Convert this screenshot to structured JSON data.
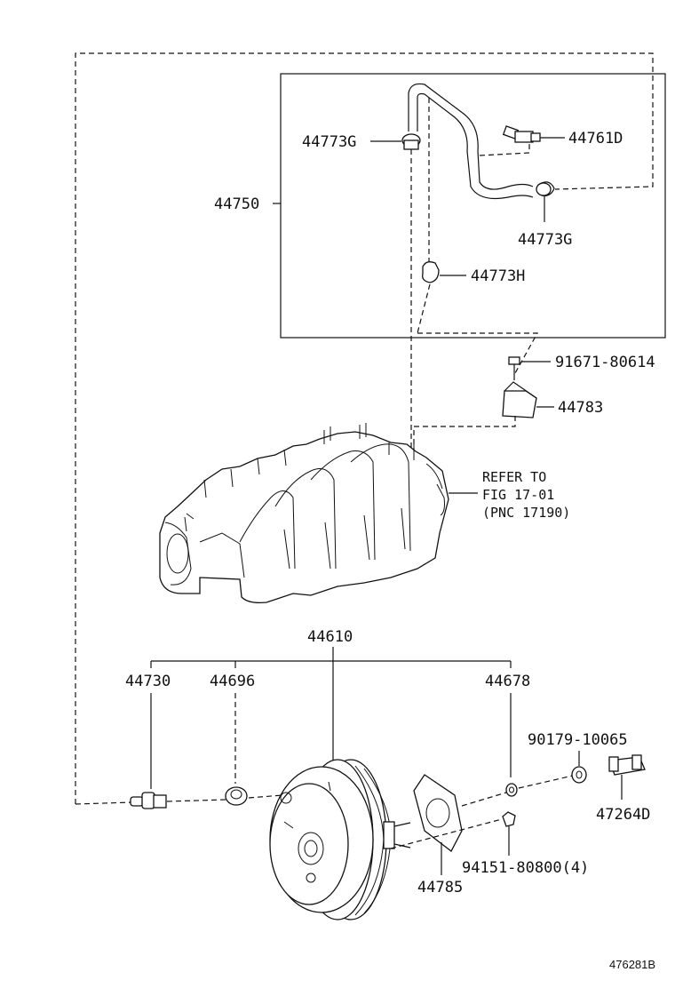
{
  "labels": {
    "p44773G_top": "44773G",
    "p44761D": "44761D",
    "p44750": "44750",
    "p44773G_right": "44773G",
    "p44773H": "44773H",
    "p91671": "91671-80614",
    "p44783": "44783",
    "refer_line1": "REFER TO",
    "refer_line2": "FIG 17-01",
    "refer_line3": "(PNC 17190)",
    "p44610": "44610",
    "p44730": "44730",
    "p44696": "44696",
    "p44678": "44678",
    "p90179": "90179-10065",
    "p47264D": "47264D",
    "p94151": "94151-80800(4)",
    "p44785": "44785",
    "diagram_code": "476281B"
  }
}
